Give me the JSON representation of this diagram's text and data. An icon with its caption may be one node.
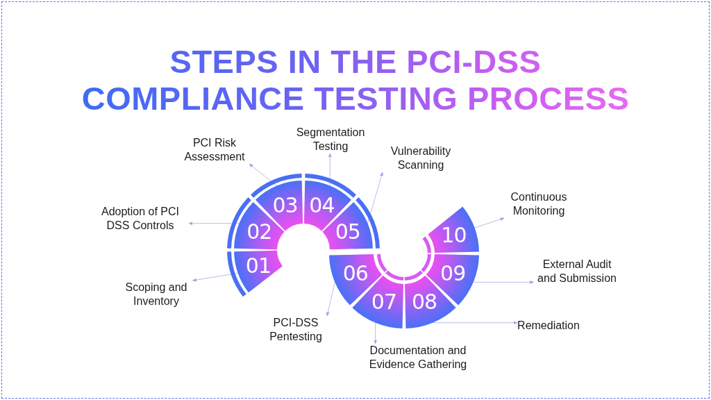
{
  "diagram": {
    "title": "STEPS IN THE PCI-DSS COMPLIANCE TESTING PROCESS",
    "nodes": [
      {
        "text": [
          "01"
        ]
      },
      {
        "text": [
          "02"
        ]
      },
      {
        "text": [
          "03"
        ]
      },
      {
        "text": [
          "04"
        ]
      },
      {
        "text": [
          "05"
        ]
      },
      {
        "text": [
          "06"
        ]
      },
      {
        "text": [
          "07"
        ]
      },
      {
        "text": [
          "08"
        ]
      },
      {
        "text": [
          "09"
        ]
      },
      {
        "text": [
          "10"
        ]
      },
      {
        "text": [
          "Scoping and Inventory"
        ]
      },
      {
        "text": [
          "Adoption of PCI DSS Controls"
        ]
      },
      {
        "text": [
          "PCI Risk Assessment"
        ]
      },
      {
        "text": [
          "Segmentation Testing"
        ]
      },
      {
        "text": [
          "Vulnerability Scanning"
        ]
      },
      {
        "text": [
          "PCI-DSS Pentesting"
        ]
      },
      {
        "text": [
          "Documentation and Evidence Gathering"
        ]
      },
      {
        "text": [
          "Remediation"
        ]
      },
      {
        "text": [
          "External Audit and Submission"
        ]
      },
      {
        "text": [
          "Continuous Monitoring"
        ]
      }
    ],
    "edges": [
      {
        "from": 0,
        "to": 10,
        "arrow": "to"
      },
      {
        "from": 1,
        "to": 11,
        "arrow": "to"
      },
      {
        "from": 2,
        "to": 12,
        "arrow": "to"
      },
      {
        "from": 3,
        "to": 13,
        "arrow": "to"
      },
      {
        "from": 4,
        "to": 14,
        "arrow": "to"
      },
      {
        "from": 5,
        "to": 15,
        "arrow": "to"
      },
      {
        "from": 6,
        "to": 16,
        "arrow": "to"
      },
      {
        "from": 7,
        "to": 17,
        "arrow": "to"
      },
      {
        "from": 8,
        "to": 18,
        "arrow": "to"
      },
      {
        "from": 9,
        "to": 19,
        "arrow": "to"
      }
    ]
  }
}
